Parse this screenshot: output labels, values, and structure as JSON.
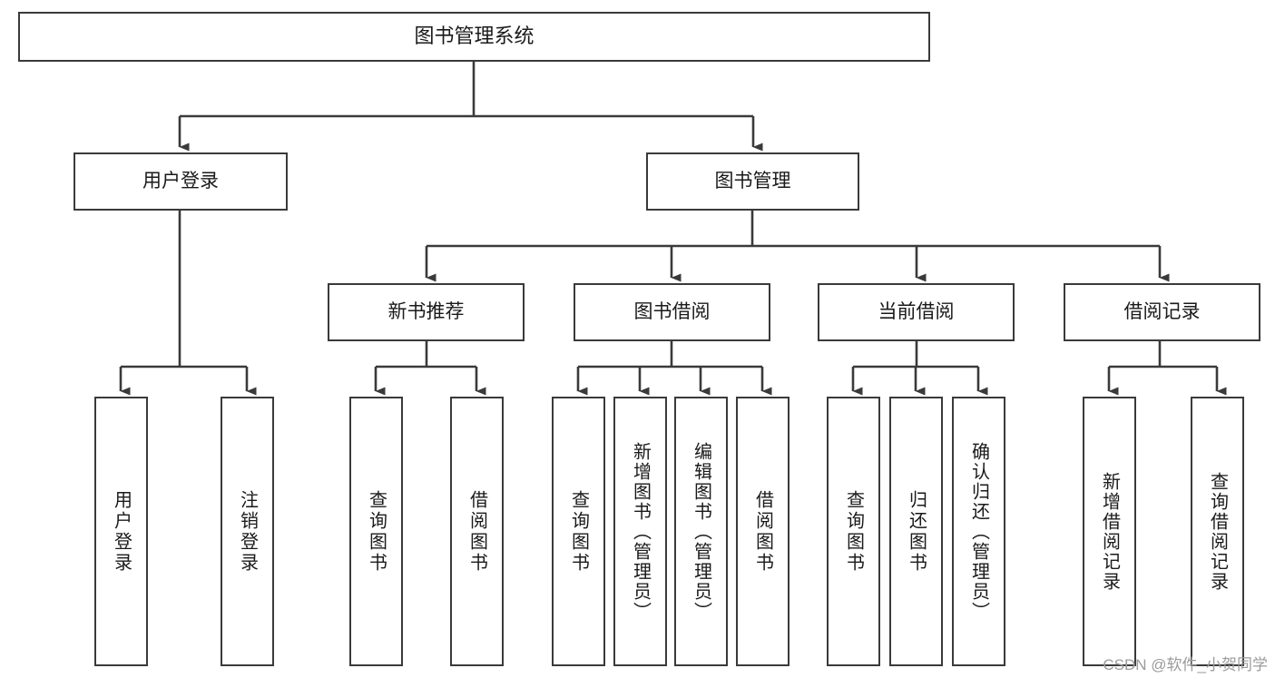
{
  "diagram": {
    "title": "图书管理系统",
    "type": "hierarchy-tree",
    "root": {
      "label": "图书管理系统"
    },
    "level2": [
      {
        "label": "用户登录"
      },
      {
        "label": "图书管理"
      }
    ],
    "level3": [
      {
        "label": "新书推荐"
      },
      {
        "label": "图书借阅"
      },
      {
        "label": "当前借阅"
      },
      {
        "label": "借阅记录"
      }
    ],
    "leaves": {
      "user_login": [
        {
          "label": "用户登录"
        },
        {
          "label": "注销登录"
        }
      ],
      "new_book_recommend": [
        {
          "label": "查询图书"
        },
        {
          "label": "借阅图书"
        }
      ],
      "book_borrow": [
        {
          "label": "查询图书"
        },
        {
          "label": "新增图书（管理员）"
        },
        {
          "label": "编辑图书（管理员）"
        },
        {
          "label": "借阅图书"
        }
      ],
      "current_borrow": [
        {
          "label": "查询图书"
        },
        {
          "label": "归还图书"
        },
        {
          "label": "确认归还（管理员）"
        }
      ],
      "borrow_record": [
        {
          "label": "新增借阅记录"
        },
        {
          "label": "查询借阅记录"
        }
      ]
    }
  },
  "watermark": {
    "text": "CSDN @软件_小贺同学"
  },
  "colors": {
    "box_border": "#3a3a3a",
    "line": "#3a3a3a",
    "text": "#1a1a1a",
    "background": "#ffffff",
    "watermark": "#9b9b9b"
  }
}
